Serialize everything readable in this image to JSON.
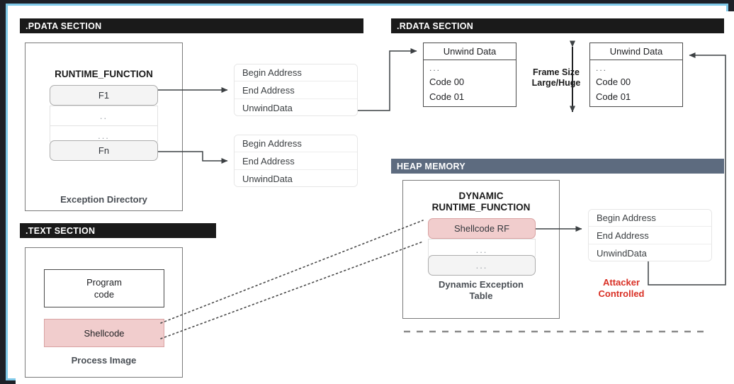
{
  "diagram": {
    "title": "Windows exception-handling / dynamic RUNTIME_FUNCTION shellcode abuse",
    "sections": {
      "pdata": {
        "label": ".PDATA SECTION"
      },
      "rdata": {
        "label": ".RDATA SECTION"
      },
      "text": {
        "label": ".TEXT SECTION"
      },
      "heap": {
        "label": "HEAP MEMORY"
      }
    },
    "exception_directory": {
      "title": "RUNTIME_FUNCTION",
      "caption": "Exception Directory",
      "rows": [
        {
          "label": "F1",
          "style": "gray"
        },
        {
          "label": "..",
          "style": "plain"
        },
        {
          "label": "...",
          "style": "plain"
        },
        {
          "label": "Fn",
          "style": "gray"
        }
      ]
    },
    "record_f1": {
      "rows": [
        "Begin Address",
        "End Address",
        "UnwindData"
      ]
    },
    "record_fn": {
      "rows": [
        "Begin Address",
        "End Address",
        "UnwindData"
      ]
    },
    "unwind_left": {
      "header": "Unwind Data",
      "lines": [
        "...",
        "Code 00",
        "Code 01"
      ]
    },
    "unwind_right": {
      "header": "Unwind Data",
      "lines": [
        "...",
        "Code 00",
        "Code 01"
      ]
    },
    "frame_size": {
      "line1": "Frame Size",
      "line2": "Large/Huge"
    },
    "process_image": {
      "caption": "Process Image",
      "program_code": "Program\ncode",
      "program_code_l1": "Program",
      "program_code_l2": "code",
      "shellcode": "Shellcode"
    },
    "dynamic_table": {
      "title_l1": "DYNAMIC",
      "title_l2": "RUNTIME_FUNCTION",
      "caption_l1": "Dynamic Exception",
      "caption_l2": "Table",
      "rows": [
        {
          "label": "Shellcode RF",
          "style": "pink"
        },
        {
          "label": "...",
          "style": "plain"
        },
        {
          "label": "...",
          "style": "gray"
        }
      ]
    },
    "record_shellcode": {
      "rows": [
        "Begin Address",
        "End Address",
        "UnwindData"
      ],
      "note_l1": "Attacker",
      "note_l2": "Controlled"
    },
    "colors": {
      "frame_outer": "#1e2128",
      "frame_inner": "#7ec8e8",
      "section_black": "#1a1a1a",
      "section_slate": "#5d6b7f",
      "shellcode_fill": "#f1cdcd",
      "shellcode_border": "#d9a3a3",
      "row_gray": "#f4f4f4",
      "attacker_red": "#d93025",
      "connector": "#3c4043"
    }
  }
}
